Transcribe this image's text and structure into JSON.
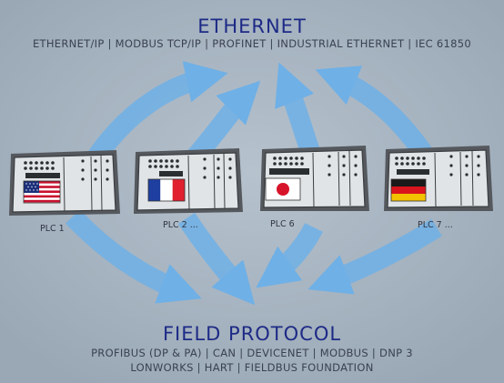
{
  "header": {
    "title": "ETHERNET",
    "protocols": "ETHERNET/IP | MODBUS TCP/IP | PROFINET | INDUSTRIAL ETHERNET | IEC 61850"
  },
  "footer": {
    "title": "FIELD PROTOCOL",
    "protocols_line1": "PROFIBUS (DP & PA) | CAN | DEVICENET | MODBUS | DNP 3",
    "protocols_line2": "LONWORKS | HART | FIELDBUS FOUNDATION"
  },
  "plcs": [
    {
      "label": "PLC 1",
      "flag": "usa-flag-icon"
    },
    {
      "label": "PLC 2 ...",
      "flag": "france-flag-icon"
    },
    {
      "label": "PLC 6",
      "flag": "japan-flag-icon"
    },
    {
      "label": "PLC 7 ...",
      "flag": "germany-flag-icon"
    }
  ],
  "colors": {
    "background": "#a9b6c3",
    "arrow": "#6fb0e6",
    "title": "#1d2a86",
    "device_body": "#e3e6e8"
  }
}
